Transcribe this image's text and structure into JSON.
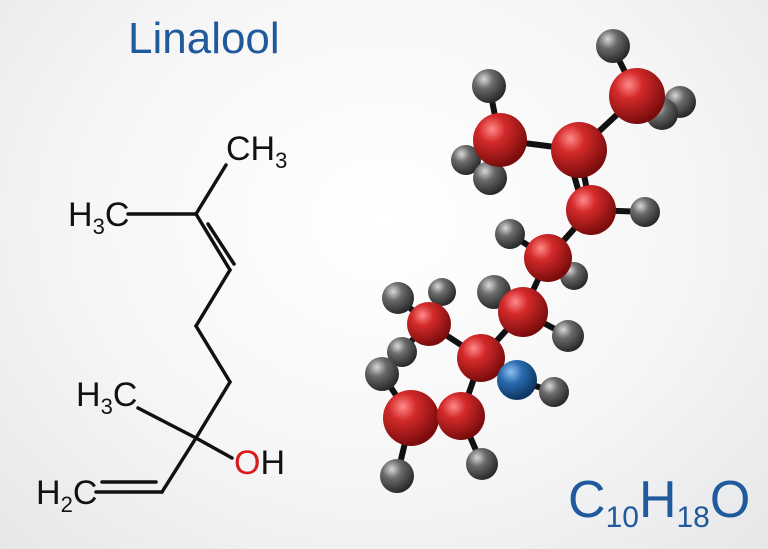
{
  "title": "Linalool",
  "structure": {
    "labels": {
      "ch3_top": {
        "main": "CH",
        "sub": "3"
      },
      "h3c_mid": {
        "main": "H",
        "sub": "3",
        "tail": "C"
      },
      "h3c_low": {
        "main": "H",
        "sub": "3",
        "tail": "C"
      },
      "oh": {
        "o": "O",
        "h": "H"
      },
      "h2c": {
        "main": "H",
        "sub": "2",
        "tail": "C"
      }
    },
    "colors": {
      "bond": "#111111",
      "oxygen_label": "#d81b1b"
    }
  },
  "model": {
    "atom_colors": {
      "carbon": "#c21f1f",
      "hydrogen": "#4a4a4a",
      "oxygen": "#1e5a9a"
    }
  },
  "formula": {
    "c": "C",
    "c_count": "10",
    "h": "H",
    "h_count": "18",
    "o": "O"
  },
  "colors": {
    "title": "#215a9c",
    "formula": "#215a9c",
    "background": "#f4f4f5"
  }
}
